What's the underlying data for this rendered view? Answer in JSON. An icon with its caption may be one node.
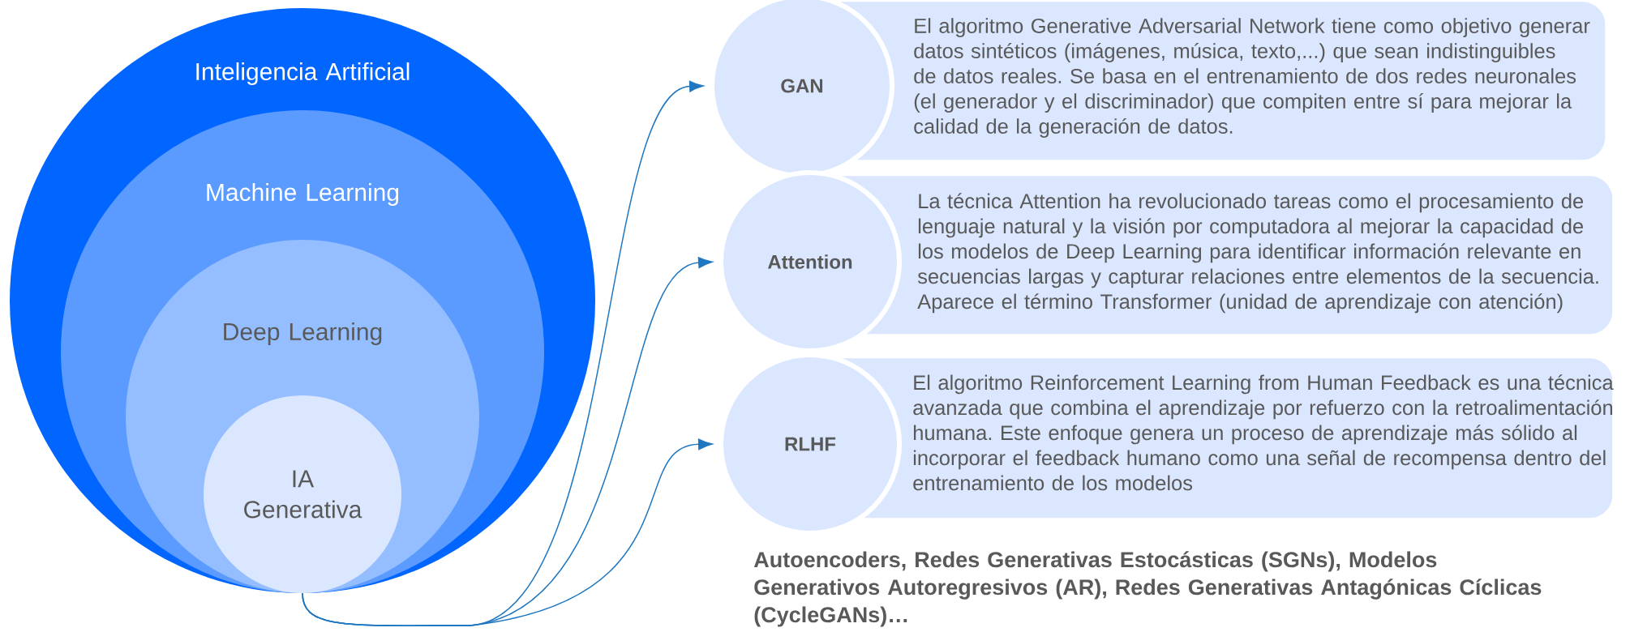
{
  "diagram": {
    "nodes": [
      {
        "text": [
          "Inteligencia Artificial"
        ]
      },
      {
        "text": [
          "Machine Learning"
        ],
        "in": 0
      },
      {
        "text": [
          "Deep Learning"
        ],
        "in": 1
      },
      {
        "text": [
          "IA Generativa"
        ],
        "in": 2
      },
      {
        "text": [
          "GAN"
        ]
      },
      {
        "text": [
          "El algoritmo Generative Adversarial Network tiene como objetivo generar datos sintéticos (imágenes, música, texto,...) que sean indistinguibles de datos reales. Se basa en el entrenamiento de dos redes neuronales (el generador y el discriminador) que compiten entre sí para mejorar la calidad de la generación de datos."
        ]
      },
      {
        "text": [
          "Attention"
        ]
      },
      {
        "text": [
          "La técnica Attention ha revolucionado tareas como el procesamiento de lenguaje natural y la visión por computadora al mejorar la capacidad de los modelos de Deep Learning para identificar información relevante en secuencias largas y capturar relaciones entre elementos de la secuencia. Aparece el término Transformer (unidad de aprendizaje con atención)"
        ]
      },
      {
        "text": [
          "RLHF"
        ]
      },
      {
        "text": [
          "El algoritmo Reinforcement Learning from Human Feedback es una técnica avanzada que combina el aprendizaje por refuerzo con la retroalimentación humana. Este enfoque genera un proceso de aprendizaje más sólido al incorporar el feedback humano como una señal de recompensa dentro del entrenamiento de los modelos"
        ]
      }
    ],
    "edges": [
      {
        "from": 3,
        "to": 4,
        "arrow": "to"
      },
      {
        "from": 3,
        "to": 6,
        "arrow": "to"
      },
      {
        "from": 3,
        "to": 8,
        "arrow": "to"
      }
    ],
    "labels": [
      "Autoencoders, Redes Generativas Estocásticas (SGNs), Modelos Generativos Autoregresivos (AR), Redes Generativas Antagónicas Cíclicas (CycleGANs)…"
    ]
  }
}
